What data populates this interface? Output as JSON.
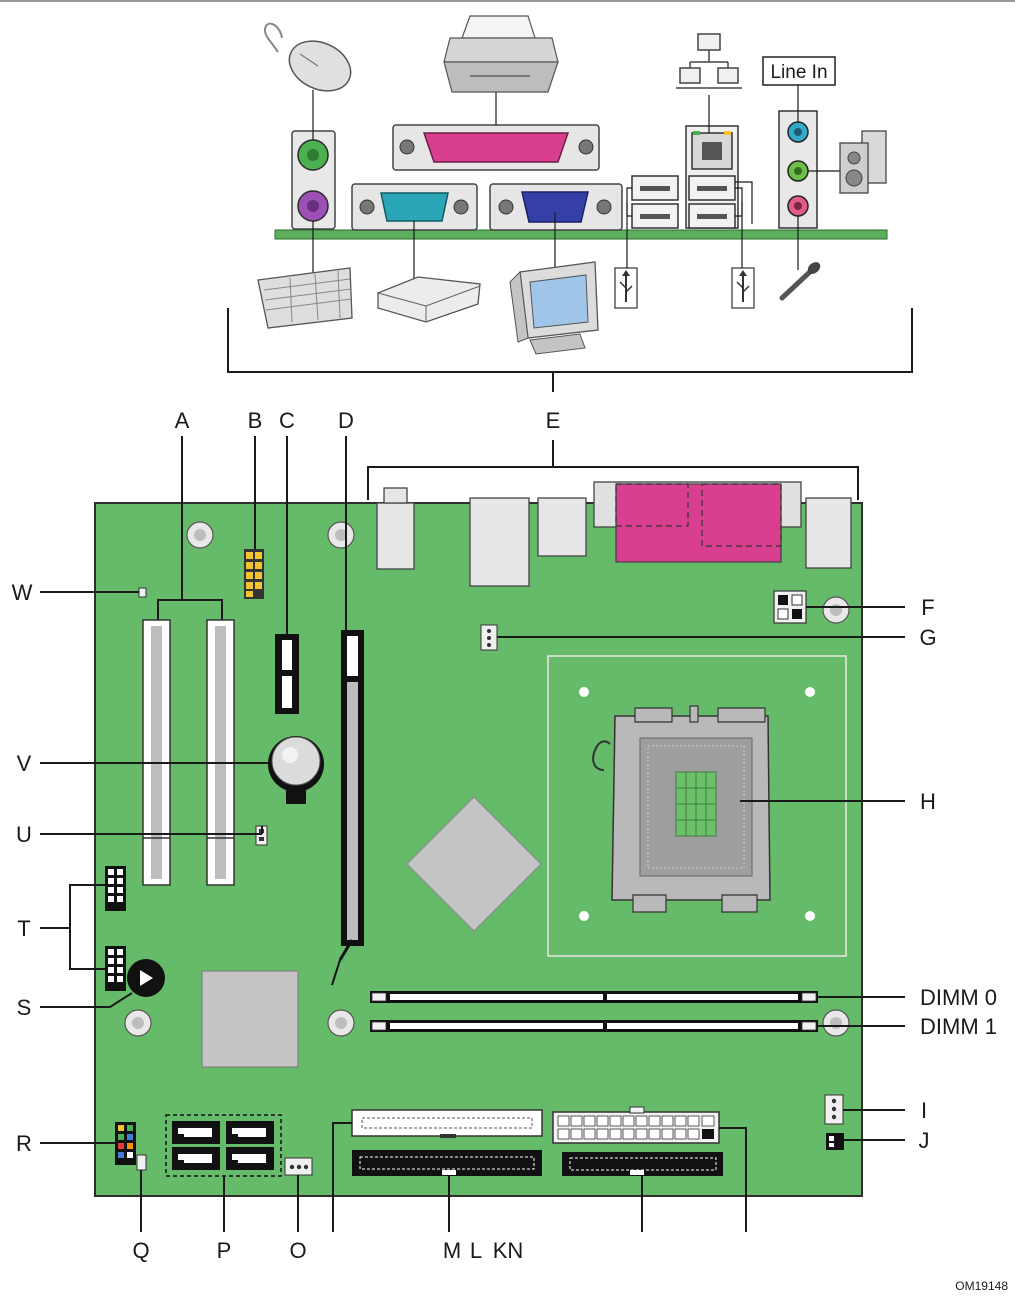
{
  "line_in_label": "Line In",
  "figure_id": "OM19148",
  "labels": {
    "A": "A",
    "B": "B",
    "C": "C",
    "D": "D",
    "E": "E",
    "F": "F",
    "G": "G",
    "H": "H",
    "I": "I",
    "J": "J",
    "M": "M",
    "L": "L",
    "KN": "KN",
    "O": "O",
    "P": "P",
    "Q": "Q",
    "R": "R",
    "S": "S",
    "T": "T",
    "U": "U",
    "V": "V",
    "W": "W",
    "dimm0": "DIMM 0",
    "dimm1": "DIMM 1"
  },
  "colors": {
    "board": "#66bb6a",
    "board_outline": "#2e2e2e",
    "parallel_port": "#d83f8e",
    "serial_port": "#2aa6b8",
    "vga_port": "#3440a8",
    "ps2_mouse": "#4caf50",
    "ps2_keyboard": "#9c4fb4",
    "audio_line_in": "#33aacc",
    "audio_line_out": "#6cc04a",
    "audio_mic": "#e05a8a",
    "header_yellow": "#f4c430",
    "socket_gray": "#b9b9b9",
    "chip_gray": "#c4c4c4"
  },
  "icons": [
    "mouse-icon",
    "printer-icon",
    "network-icon",
    "speakers-icon",
    "keyboard-icon",
    "modem-icon",
    "monitor-icon",
    "usb-icon",
    "microphone-icon"
  ]
}
